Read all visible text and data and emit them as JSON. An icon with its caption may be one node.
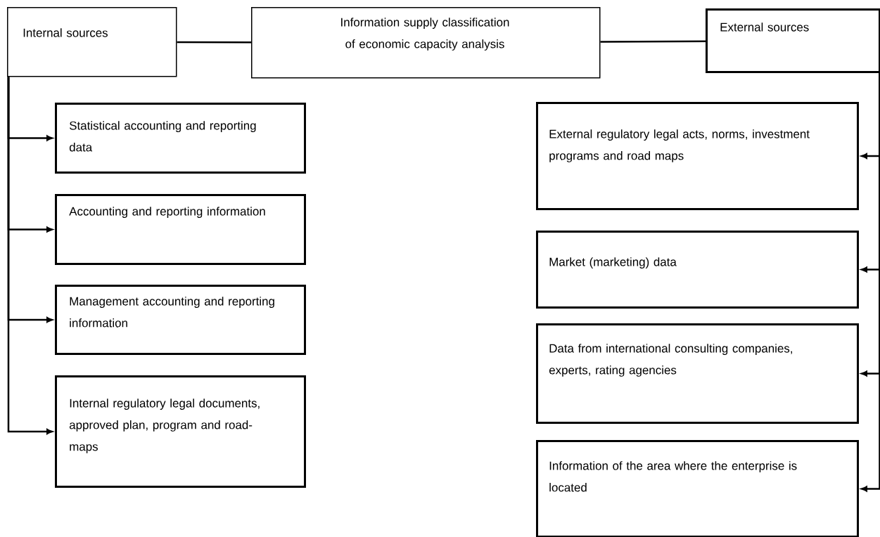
{
  "diagram": {
    "nodes": [
      {
        "text": [
          "Internal sources"
        ]
      },
      {
        "text": [
          "Information supply classification of economic capacity analysis"
        ]
      },
      {
        "text": [
          "External sources"
        ]
      },
      {
        "text": [
          "Statistical accounting and reporting data"
        ]
      },
      {
        "text": [
          "Accounting and reporting information"
        ]
      },
      {
        "text": [
          "Management accounting and reporting information"
        ]
      },
      {
        "text": [
          "Internal regulatory legal documents, approved plan, program and road-maps"
        ]
      },
      {
        "text": [
          "External regulatory legal acts, norms, investment programs and road maps"
        ]
      },
      {
        "text": [
          "Market (marketing) data"
        ]
      },
      {
        "text": [
          "Data from international consulting companies, experts, rating agencies"
        ]
      },
      {
        "text": [
          "Information of the area where the enterprise is located"
        ]
      }
    ],
    "edges": [
      {
        "from": 0,
        "to": 1,
        "arrow": "none"
      },
      {
        "from": 1,
        "to": 2,
        "arrow": "none"
      },
      {
        "from": 0,
        "to": 3,
        "arrow": "to"
      },
      {
        "from": 0,
        "to": 4,
        "arrow": "to"
      },
      {
        "from": 0,
        "to": 5,
        "arrow": "to"
      },
      {
        "from": 0,
        "to": 6,
        "arrow": "to"
      },
      {
        "from": 2,
        "to": 7,
        "arrow": "to"
      },
      {
        "from": 2,
        "to": 8,
        "arrow": "to"
      },
      {
        "from": 2,
        "to": 9,
        "arrow": "to"
      },
      {
        "from": 2,
        "to": 10,
        "arrow": "to"
      }
    ]
  }
}
